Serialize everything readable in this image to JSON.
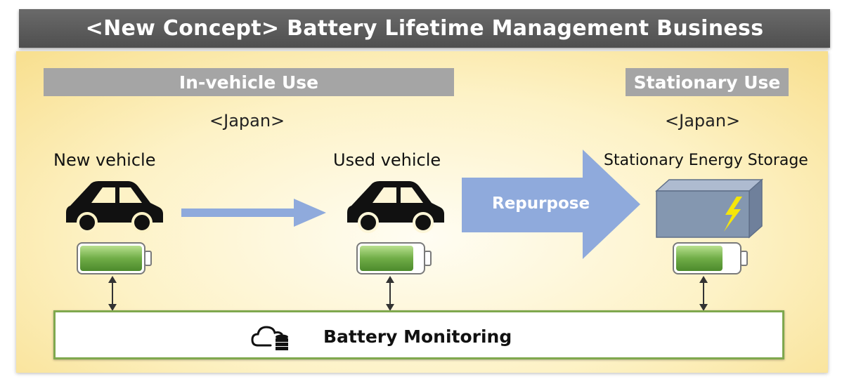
{
  "title": "<New Concept> Battery Lifetime Management Business",
  "sections": {
    "in_vehicle": "In-vehicle Use",
    "stationary": "Stationary Use"
  },
  "regions": {
    "left": "<Japan>",
    "right": "<Japan>"
  },
  "nodes": {
    "new_vehicle": "New vehicle",
    "used_vehicle": "Used vehicle",
    "stationary_storage": "Stationary Energy Storage"
  },
  "repurpose_label": "Repurpose",
  "monitoring_label": "Battery Monitoring",
  "icons": {
    "car": "car-icon",
    "battery": "battery-icon",
    "cloud": "cloud-database-icon",
    "lightning": "lightning-icon"
  },
  "colors": {
    "title_bg": "#595959",
    "section_bg": "#a5a5a5",
    "arrow_blue": "#8faadc",
    "battery_green": "#70ad47",
    "monitor_border": "#7fa84e",
    "storage_box": "#8497b0",
    "lightning": "#f5e60a"
  }
}
